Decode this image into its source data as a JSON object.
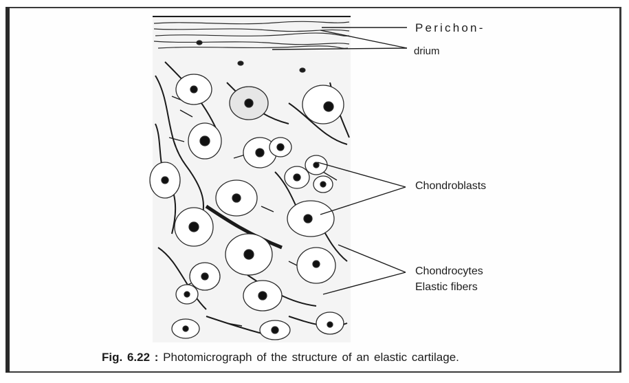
{
  "labels": {
    "perichondrium_line1": "Perichon-",
    "perichondrium_line2": "drium",
    "chondroblasts": "Chondroblasts",
    "chondrocytes": "Chondrocytes",
    "elastic_fibers": "Elastic fibers"
  },
  "caption": {
    "figure_number": "Fig. 6.22 :",
    "text": "Photomicrograph of the structure of an elastic cartilage."
  },
  "colors": {
    "ink": "#1c1c1c",
    "frame": "#3a3a3a",
    "background": "#ffffff"
  }
}
